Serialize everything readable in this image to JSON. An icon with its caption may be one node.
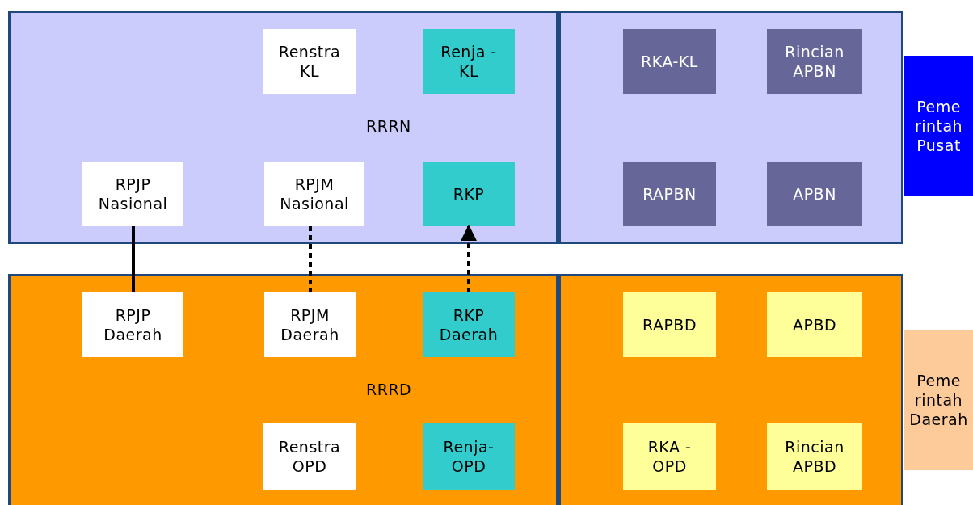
{
  "diagram": {
    "nodes": [
      {
        "text": [
          "RRRN"
        ]
      },
      {
        "text": [
          "Renstra KL"
        ],
        "in": 0
      },
      {
        "text": [
          "Renja - KL"
        ],
        "in": 0
      },
      {
        "text": [
          "RPJP Nasional"
        ],
        "in": 0
      },
      {
        "text": [
          "RPJM Nasional"
        ],
        "in": 0
      },
      {
        "text": [
          "RKP"
        ],
        "in": 0
      },
      {
        "text": [],
        "shape": "box"
      },
      {
        "text": [
          "RKA-KL"
        ],
        "in": 6
      },
      {
        "text": [
          "Rincian APBN"
        ],
        "in": 6
      },
      {
        "text": [
          "RAPBN"
        ],
        "in": 6
      },
      {
        "text": [
          "APBN"
        ],
        "in": 6
      },
      {
        "text": [
          "Peme rintah Pusat"
        ]
      },
      {
        "text": [
          "RRRD"
        ]
      },
      {
        "text": [
          "RPJP Daerah"
        ],
        "in": 12
      },
      {
        "text": [
          "RPJM Daerah"
        ],
        "in": 12
      },
      {
        "text": [
          "RKP Daerah"
        ],
        "in": 12
      },
      {
        "text": [
          "Renstra OPD"
        ],
        "in": 12
      },
      {
        "text": [
          "Renja- OPD"
        ],
        "in": 12
      },
      {
        "text": [],
        "shape": "box"
      },
      {
        "text": [
          "RAPBD"
        ],
        "in": 18
      },
      {
        "text": [
          "APBD"
        ],
        "in": 18
      },
      {
        "text": [
          "RKA - OPD"
        ],
        "in": 18
      },
      {
        "text": [
          "Rincian APBD"
        ],
        "in": 18
      },
      {
        "text": [
          "Peme rintah Daerah"
        ]
      }
    ],
    "edges": [
      {
        "from": 3,
        "to": 13,
        "arrow": "none"
      },
      {
        "from": 4,
        "to": 14,
        "arrow": "none",
        "style": "dashed"
      },
      {
        "from": 15,
        "to": 5,
        "arrow": "to",
        "style": "dashed"
      }
    ]
  }
}
